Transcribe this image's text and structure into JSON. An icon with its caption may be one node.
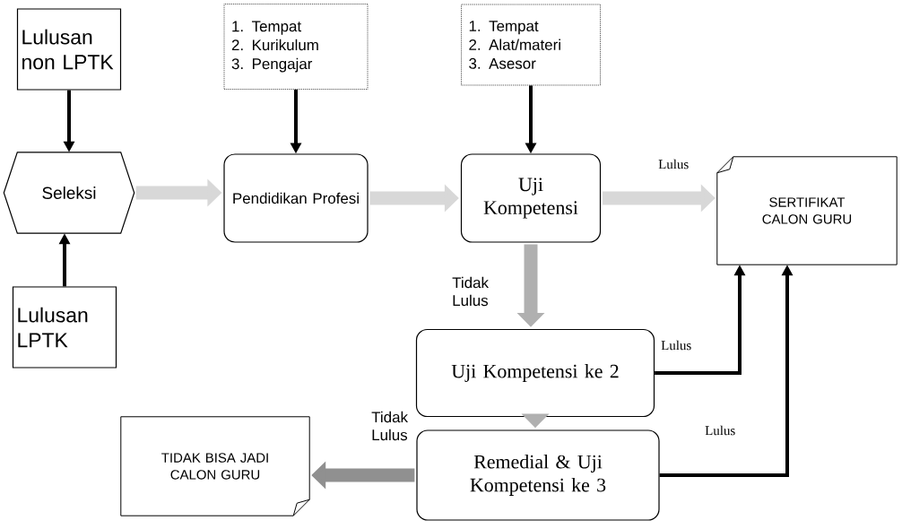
{
  "diagram": {
    "nodes": [
      {
        "text": [
          "Lulusan non LPTK"
        ]
      },
      {
        "text": [
          "1. Tempat",
          "2. Kurikulum",
          "3. Pengajar"
        ]
      },
      {
        "text": [
          "1. Tempat",
          "2. Alat/materi",
          "3. Asesor"
        ]
      },
      {
        "text": [
          "Seleksi"
        ]
      },
      {
        "text": [
          "Pendidikan Profesi"
        ]
      },
      {
        "text": [
          "Uji Kompetensi"
        ]
      },
      {
        "text": [
          "SERTIFIKAT CALON GURU"
        ]
      },
      {
        "text": [
          "Lulusan LPTK"
        ]
      },
      {
        "text": [
          "Uji Kompetensi ke 2"
        ]
      },
      {
        "text": [
          "TIDAK BISA JADI CALON GURU"
        ]
      },
      {
        "text": [
          "Remedial & Uji Kompetensi ke 3"
        ]
      }
    ],
    "edges": [
      {
        "from": 0,
        "to": 3,
        "arrow": "to"
      },
      {
        "from": 7,
        "to": 3,
        "arrow": "to"
      },
      {
        "from": 1,
        "to": 4,
        "arrow": "to"
      },
      {
        "from": 2,
        "to": 5,
        "arrow": "to"
      },
      {
        "from": 3,
        "to": 4,
        "arrow": "to",
        "style": "thick",
        "color": "#d8d8d8"
      },
      {
        "from": 4,
        "to": 5,
        "arrow": "to",
        "style": "thick",
        "color": "#d8d8d8"
      },
      {
        "from": 5,
        "to": 6,
        "arrow": "to",
        "label": "Lulus",
        "style": "thick",
        "color": "#d8d8d8"
      },
      {
        "from": 5,
        "to": 8,
        "arrow": "to",
        "label": "Tidak Lulus",
        "style": "thick",
        "color": "#b0b0b0"
      },
      {
        "from": 8,
        "to": 6,
        "arrow": "to",
        "label": "Lulus"
      },
      {
        "from": 8,
        "to": 10,
        "arrow": "to",
        "style": "thick",
        "color": "#b0b0b0"
      },
      {
        "from": 10,
        "to": 6,
        "arrow": "to",
        "label": "Lulus"
      },
      {
        "from": 10,
        "to": 9,
        "arrow": "to",
        "label": "Tidak Lulus",
        "style": "thick",
        "color": "#909090"
      }
    ]
  }
}
